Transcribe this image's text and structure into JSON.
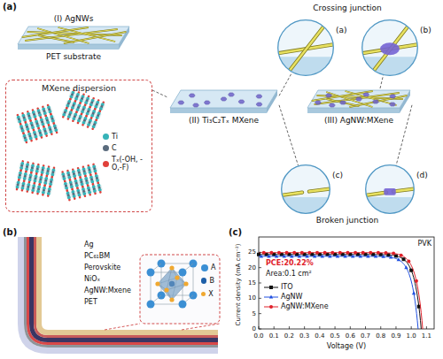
{
  "diagram": {
    "nodes": [
      {
        "text": [
          "(I) AgNWs",
          "PET substrate"
        ]
      },
      {
        "text": [
          "(a)"
        ]
      },
      {
        "text": [
          "(b)"
        ]
      },
      {
        "text": [
          "MXene dispersion"
        ]
      },
      {
        "text": [
          "(II) Ti₃C₂Tₓ MXene"
        ]
      },
      {
        "text": [
          "(III) AgNW:MXene"
        ]
      },
      {
        "text": [
          "(c)"
        ]
      },
      {
        "text": [
          "(d)"
        ]
      }
    ],
    "edges": [
      {
        "from": 3,
        "to": 4,
        "arrow": "none"
      },
      {
        "from": 4,
        "to": 1,
        "arrow": "none"
      },
      {
        "from": 4,
        "to": 6,
        "arrow": "none"
      },
      {
        "from": 5,
        "to": 2,
        "arrow": "none"
      },
      {
        "from": 5,
        "to": 7,
        "arrow": "none"
      }
    ],
    "labels": [
      "(a)",
      "Crossing junction",
      "Broken junction",
      "(b)",
      "Ag",
      "PC₆₁BM",
      "Perovskite",
      "NiOₓ",
      "AgNW:Mxene",
      "PET",
      "(c)",
      "PVK",
      "PCE:20.22%",
      "Area:0.1 cm²",
      "Current density (mA cm⁻²)",
      "Voltage (V)",
      "0.0",
      "0.1",
      "0.2",
      "0.3",
      "0.4",
      "0.5",
      "0.6",
      "0.7",
      "0.8",
      "0.9",
      "1.0",
      "1.1",
      "0",
      "5",
      "10",
      "15",
      "20",
      "25"
    ],
    "legend": [
      {
        "text": "Ti",
        "color": "#36b3b8"
      },
      {
        "text": "C",
        "color": "#5a6b7d"
      },
      {
        "text": "Tₓ(-OH, -O,-F)",
        "color": "#e0403a"
      },
      {
        "text": "A",
        "color": "#3b8fd4"
      },
      {
        "text": "B",
        "color": "#1d5fa8"
      },
      {
        "text": "X",
        "color": "#f0a830"
      },
      {
        "text": "ITO"
      },
      {
        "text": "AgNW"
      },
      {
        "text": "AgNW:MXene"
      }
    ]
  }
}
